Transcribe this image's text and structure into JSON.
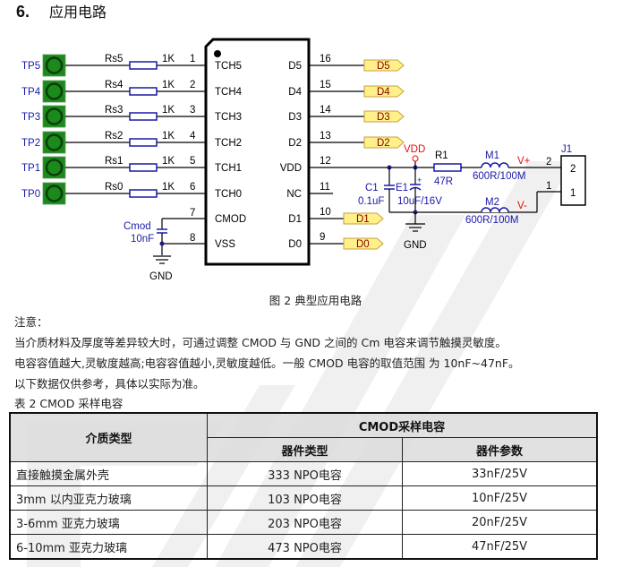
{
  "section": {
    "number": "6.",
    "title": "应用电路"
  },
  "schematic": {
    "touch_pads": [
      "TP5",
      "TP4",
      "TP3",
      "TP2",
      "TP1",
      "TP0"
    ],
    "resistors": [
      {
        "name": "Rs5",
        "value": "1K",
        "pin": "1"
      },
      {
        "name": "Rs4",
        "value": "1K",
        "pin": "2"
      },
      {
        "name": "Rs3",
        "value": "1K",
        "pin": "3"
      },
      {
        "name": "Rs2",
        "value": "1K",
        "pin": "4"
      },
      {
        "name": "Rs1",
        "value": "1K",
        "pin": "5"
      },
      {
        "name": "Rs0",
        "value": "1K",
        "pin": "6"
      }
    ],
    "left_pins": [
      {
        "label": "TCH5",
        "num": "1"
      },
      {
        "label": "TCH4",
        "num": "2"
      },
      {
        "label": "TCH3",
        "num": "3"
      },
      {
        "label": "TCH2",
        "num": "4"
      },
      {
        "label": "TCH1",
        "num": "5"
      },
      {
        "label": "TCH0",
        "num": "6"
      },
      {
        "label": "CMOD",
        "num": "7"
      },
      {
        "label": "VSS",
        "num": "8"
      }
    ],
    "right_pins": [
      {
        "label": "D5",
        "num": "16",
        "port": "D5"
      },
      {
        "label": "D4",
        "num": "15",
        "port": "D4"
      },
      {
        "label": "D3",
        "num": "14",
        "port": "D3"
      },
      {
        "label": "D2",
        "num": "13",
        "port": "D2"
      },
      {
        "label": "VDD",
        "num": "12",
        "port": ""
      },
      {
        "label": "NC",
        "num": "11",
        "port": ""
      },
      {
        "label": "D1",
        "num": "10",
        "port": "D1"
      },
      {
        "label": "D0",
        "num": "9",
        "port": "D0"
      }
    ],
    "cmod_cap": {
      "name": "Cmod",
      "value": "10nF"
    },
    "gnd_label": "GND",
    "vdd_label": "VDD",
    "c1": {
      "name": "C1",
      "value": "0.1uF"
    },
    "e1": {
      "name": "E1",
      "value": "10uF/16V"
    },
    "r1": {
      "name": "R1",
      "value": "47R"
    },
    "m1": {
      "name": "M1",
      "value": "600R/100M"
    },
    "m2": {
      "name": "M2",
      "value": "600R/100M"
    },
    "vplus": "V+",
    "vminus": "V-",
    "j1": {
      "name": "J1",
      "pins": [
        "2",
        "1"
      ],
      "wire_labels": [
        "2",
        "1"
      ]
    }
  },
  "caption": "图 2 典型应用电路",
  "notes": {
    "heading": "注意：",
    "line1": "当介质材料及厚度等差异较大时，可通过调整 CMOD 与 GND 之间的 Cm 电容来调节触摸灵敏度。",
    "line2": "电容容值越大,灵敏度越高;电容容值越小,灵敏度越低。一般 CMOD 电容的取值范围  为 10nF~47nF。",
    "line3": "以下数据仅供参考，具体以实际为准。",
    "table_title": "表 2 CMOD 采样电容"
  },
  "table": {
    "col_medium": "介质类型",
    "group_header": "CMOD采样电容",
    "col_type": "器件类型",
    "col_param": "器件参数",
    "rows": [
      {
        "medium": "直接触摸金属外壳",
        "type": "333 NPO电容",
        "param": "33nF/25V"
      },
      {
        "medium": "3mm  以内亚克力玻璃",
        "type": "103 NPO电容",
        "param": "10nF/25V"
      },
      {
        "medium": "3-6mm  亚克力玻璃",
        "type": "203 NPO电容",
        "param": "20nF/25V"
      },
      {
        "medium": "6-10mm  亚克力玻璃",
        "type": "473 NPO电容",
        "param": "47nF/25V"
      }
    ]
  },
  "colors": {
    "pad_green": "#1a8a1a",
    "pad_ring": "#0d3d0d",
    "label_blue": "#1a1aa8",
    "power_red": "#e01010",
    "port_fill": "#fff08a",
    "port_stroke": "#c8a040",
    "port_text": "#8a0000",
    "net_dot": "#1a1a80",
    "header_bg": "#dcdcdc"
  }
}
